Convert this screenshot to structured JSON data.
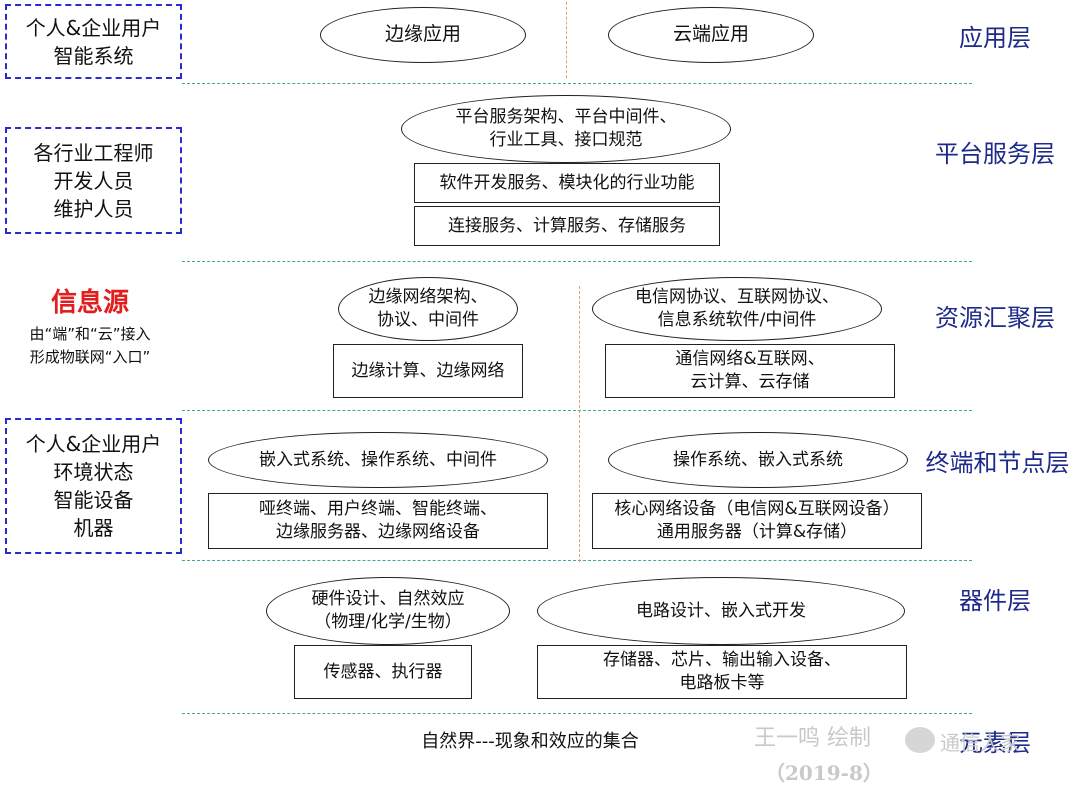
{
  "actors": {
    "app": "个人&企业用户\n智能系统",
    "platform": "各行业工程师\n开发人员\n维护人员",
    "terminal": "个人&企业用户\n环境状态\n智能设备\n机器"
  },
  "info_source": {
    "title": "信息源",
    "desc": "由“端”和“云”接入\n形成物联网“入口”"
  },
  "layers": {
    "application": "应用层",
    "platform": "平台服务层",
    "resource": "资源汇聚层",
    "terminal": "终端和节点层",
    "device": "器件层",
    "element": "元素层"
  },
  "application_layer": {
    "edge_app": "边缘应用",
    "cloud_app": "云端应用"
  },
  "platform_layer": {
    "ellipse": "平台服务架构、平台中间件、\n行业工具、接口规范",
    "box1": "软件开发服务、模块化的行业功能",
    "box2": "连接服务、计算服务、存储服务"
  },
  "resource_layer": {
    "edge_ellipse": "边缘网络架构、\n协议、中间件",
    "edge_box": "边缘计算、边缘网络",
    "cloud_ellipse": "电信网协议、互联网协议、\n信息系统软件/中间件",
    "cloud_box": "通信网络&互联网、\n云计算、云存储"
  },
  "terminal_layer": {
    "edge_ellipse": "嵌入式系统、操作系统、中间件",
    "edge_box": "哑终端、用户终端、智能终端、\n边缘服务器、边缘网络设备",
    "cloud_ellipse": "操作系统、嵌入式系统",
    "cloud_box": "核心网络设备（电信网&互联网设备）\n通用服务器（计算&存储）"
  },
  "device_layer": {
    "left_ellipse": "硬件设计、自然效应\n（物理/化学/生物）",
    "left_box": "传感器、执行器",
    "right_ellipse": "电路设计、嵌入式开发",
    "right_box": "存储器、芯片、输出输入设备、\n电路板卡等"
  },
  "element_layer": {
    "nature": "自然界---现象和效应的集合"
  },
  "watermark": {
    "author": "王一鸣 绘制",
    "date": "（2019-8）",
    "account": "通信人家"
  }
}
